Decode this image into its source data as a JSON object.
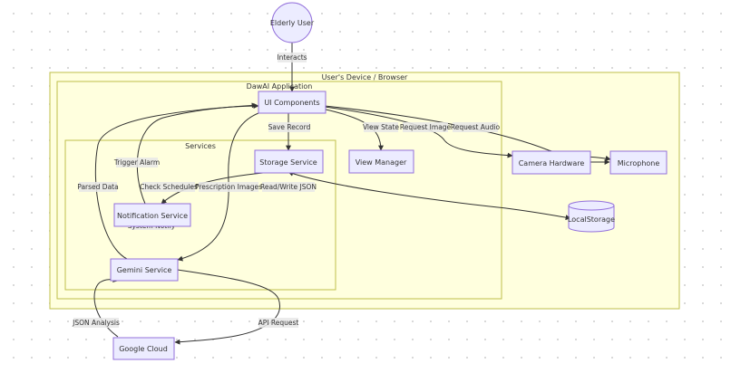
{
  "clusters": {
    "device": "User's Device / Browser",
    "app": "DawAI Application",
    "services": "Services"
  },
  "nodes": {
    "elderly_user": "Elderly User",
    "ui_components": "UI Components",
    "storage_service": "Storage Service",
    "view_manager": "View Manager",
    "notification_service": "Notification Service",
    "gemini_service": "Gemini Service",
    "camera_hardware": "Camera Hardware",
    "microphone": "Microphone",
    "local_storage": "LocalStorage",
    "google_cloud": "Google Cloud"
  },
  "edges": {
    "interacts": "Interacts",
    "save_record": "Save Record",
    "view_state": "View State",
    "request_image": "Request Image",
    "request_audio": "Request Audio",
    "trigger_alarm": "Trigger Alarm",
    "parsed_data": "Parsed Data",
    "check_schedules": "Check Schedules",
    "prescription_images": "Prescription Images",
    "read_write_json": "Read/Write JSON",
    "system_notify": "System Notify",
    "json_analysis": "JSON Analysis",
    "api_request": "API Request"
  }
}
